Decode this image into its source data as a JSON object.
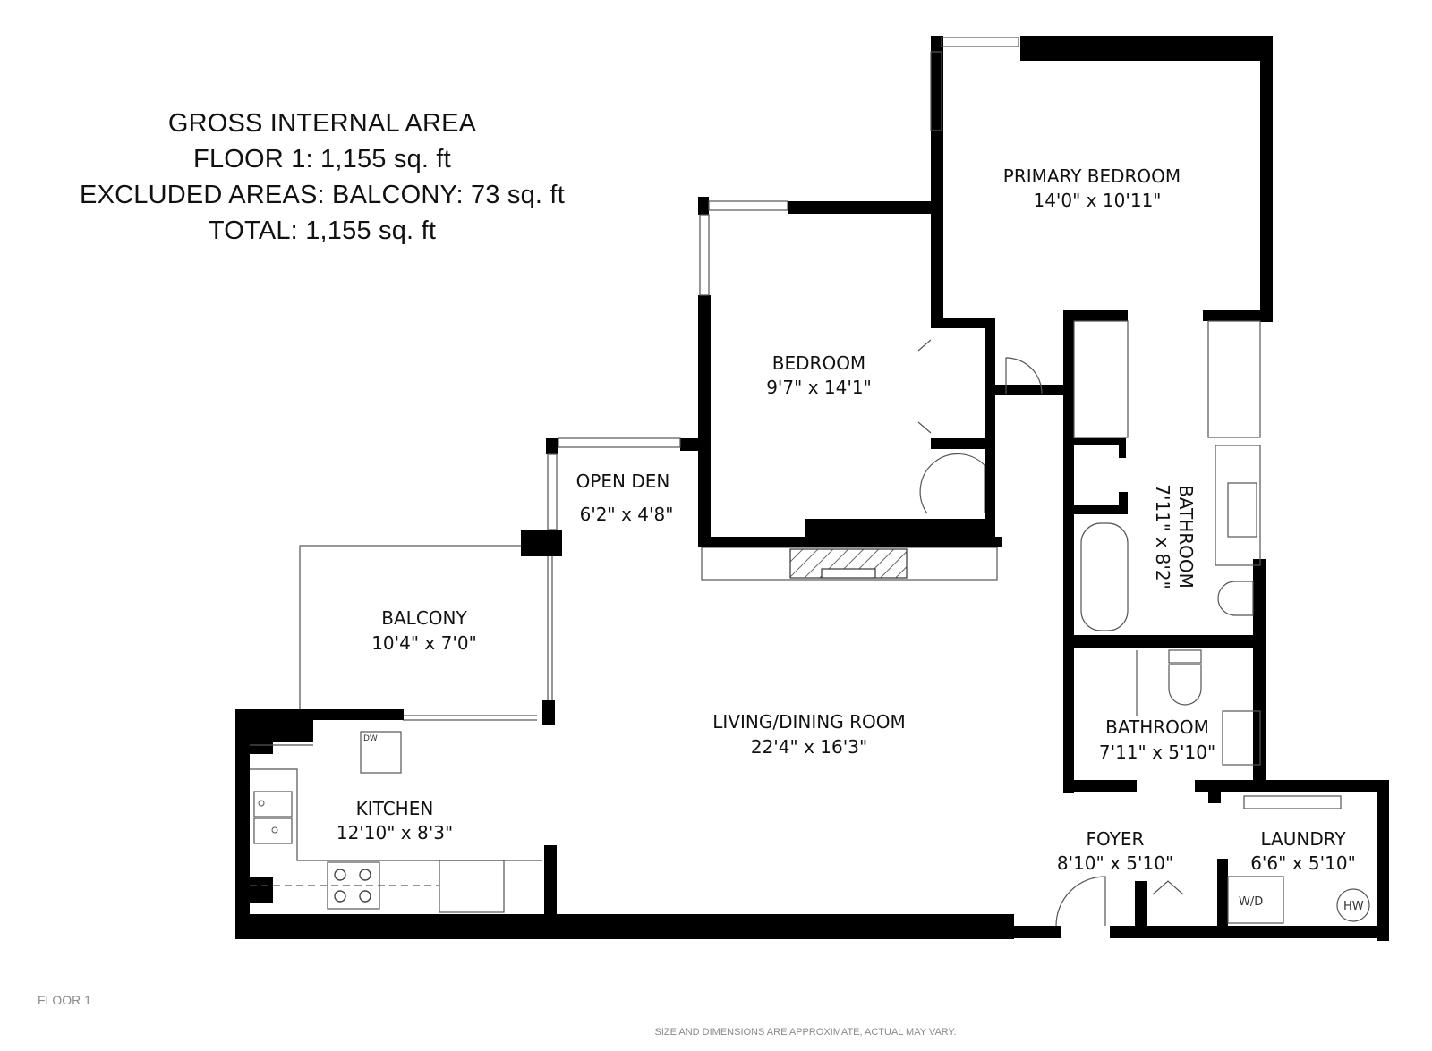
{
  "area_summary": {
    "line1": "GROSS INTERNAL AREA",
    "line2": "FLOOR 1: 1,155 sq. ft",
    "line3": "EXCLUDED AREAS: BALCONY: 73 sq. ft",
    "line4": "TOTAL: 1,155 sq. ft"
  },
  "rooms": {
    "primary_bedroom": {
      "name": "PRIMARY BEDROOM",
      "size": "14'0\" x 10'11\""
    },
    "bedroom": {
      "name": "BEDROOM",
      "size": "9'7\" x 14'1\""
    },
    "open_den": {
      "name": "OPEN DEN",
      "size": "6'2\" x 4'8\""
    },
    "balcony": {
      "name": "BALCONY",
      "size": "10'4\" x 7'0\""
    },
    "living_dining": {
      "name": "LIVING/DINING ROOM",
      "size": "22'4\" x 16'3\""
    },
    "kitchen": {
      "name": "KITCHEN",
      "size": "12'10\" x 8'3\""
    },
    "bathroom_ensuite": {
      "name": "BATHROOM",
      "size": "7'11\" x 8'2\""
    },
    "bathroom": {
      "name": "BATHROOM",
      "size": "7'11\" x 5'10\""
    },
    "foyer": {
      "name": "FOYER",
      "size": "8'10\" x 5'10\""
    },
    "laundry": {
      "name": "LAUNDRY",
      "size": "6'6\" x 5'10\""
    }
  },
  "fixtures": {
    "dishwasher": "DW",
    "washer_dryer": "W/D",
    "hot_water": "HW"
  },
  "footer": {
    "floor_label": "FLOOR 1",
    "disclaimer": "SIZE AND DIMENSIONS ARE APPROXIMATE, ACTUAL MAY VARY."
  },
  "colors": {
    "wall": "#000000",
    "thin_line": "#555555",
    "text": "#111111",
    "muted": "#8a8a8a"
  }
}
